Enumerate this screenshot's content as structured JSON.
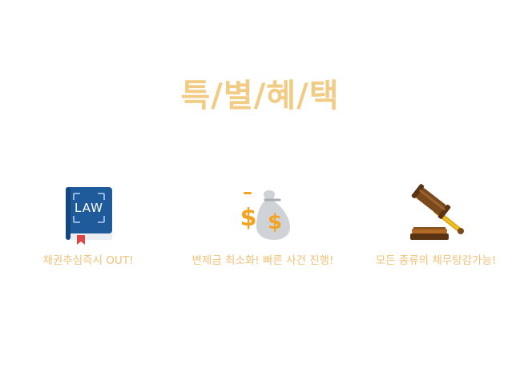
{
  "title": "특/별/혜/택",
  "colors": {
    "title": "#f2cc84",
    "label": "#f0c27a",
    "book_cover": "#1f5b9a",
    "book_edge": "#14477d",
    "money_bag": "#cfd2d6",
    "coin_gold": "#f4a321",
    "gavel_wood": "#7a4a1d",
    "gavel_gold": "#f2c11f"
  },
  "benefits": [
    {
      "icon": "law-book-icon",
      "icon_text": "LAW",
      "label": "채권추심즉시 OUT!"
    },
    {
      "icon": "money-bag-icon",
      "icon_text": "$",
      "label": "변제금 최소화! 빠른 사건 진행!"
    },
    {
      "icon": "gavel-icon",
      "label": "모든 종류의 채무탕감가능!"
    }
  ]
}
